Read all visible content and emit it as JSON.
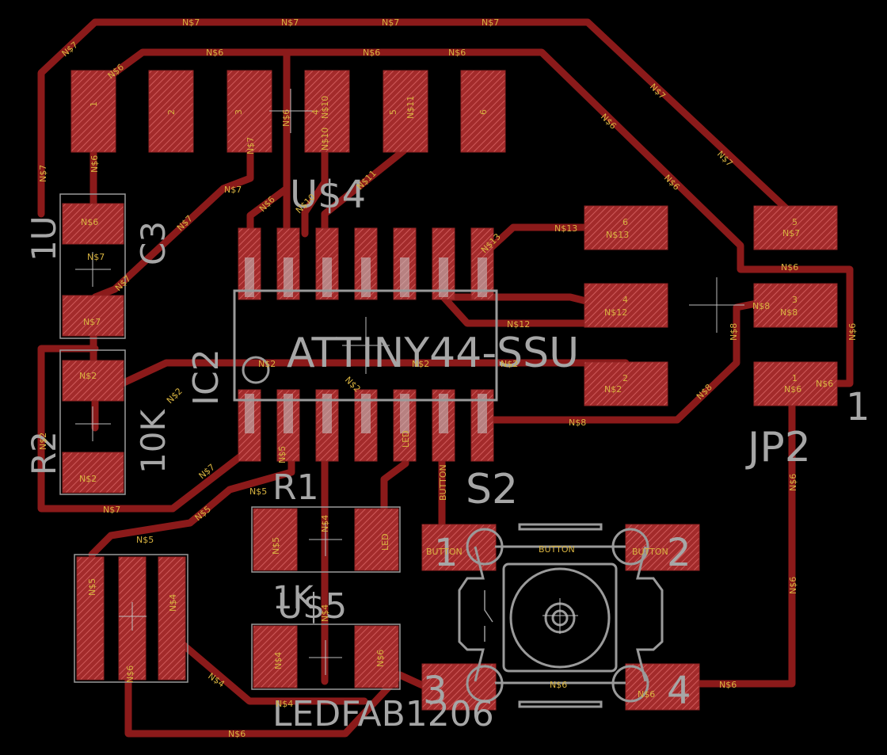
{
  "labels": {
    "us4": "U$4",
    "ic_value": "ATTINY44-SSU",
    "ic_name": "IC2",
    "c3_name": "C3",
    "c3_value": "1U",
    "r2_name": "R2",
    "r2_value": "10K",
    "r1_name": "R1",
    "r1_value": "1K",
    "us5": "U$5",
    "led_value": "LEDFAB1206",
    "s2": "S2",
    "jp2": "JP2",
    "jp2_pin1": "1",
    "s2_pin1": "1",
    "s2_pin2": "2",
    "s2_pin3": "3",
    "s2_pin4": "4"
  },
  "nets": {
    "n7": "N$7",
    "n6": "N$6",
    "n5": "N$5",
    "n4": "N$4",
    "n2": "N$2",
    "n8": "N$8",
    "n10": "N$10",
    "n11": "N$11",
    "n12": "N$12",
    "n13": "N$13",
    "button": "BUTTON",
    "led": "LED"
  },
  "pads": {
    "h1": "1",
    "h2": "2",
    "h3": "3",
    "h4": "4",
    "h5": "5",
    "h6": "6",
    "j1": "1",
    "j2": "2",
    "j3": "3",
    "j4": "4",
    "j5": "5",
    "j6": "6"
  },
  "colors": {
    "background": "#000000",
    "copper": "#8b1a1a",
    "pad": "#b33b3b",
    "silkscreen": "#a6a6a6",
    "net_label": "#d8b340"
  }
}
